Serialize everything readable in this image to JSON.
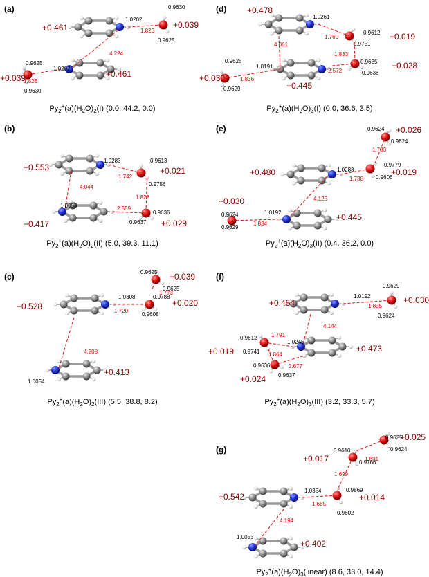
{
  "panels": [
    {
      "id": "a",
      "label": "(a)",
      "caption": {
        "prefix": "Py",
        "sub1": "2",
        "sup": "+",
        "mid": "(a)(H",
        "sub2": "2",
        "mid2": "O)",
        "sub3": "2",
        "suffix": "(I) (0.0, 44.2, 0.0)"
      },
      "charges": [
        "+0.461",
        "+0.039",
        "+0.461",
        "+0.039"
      ],
      "black_labels": [
        "1.0202",
        "0.9630",
        "0.9625",
        "0.9625",
        "1.0202",
        "0.9630"
      ],
      "red_labels": [
        "1.826",
        "4.224",
        "1.826"
      ]
    },
    {
      "id": "b",
      "label": "(b)",
      "caption": {
        "prefix": "Py",
        "sub1": "2",
        "sup": "+",
        "mid": "(a)(H",
        "sub2": "2",
        "mid2": "O)",
        "sub3": "2",
        "suffix": "(II) (5.0, 39.3, 11.1)"
      },
      "charges": [
        "+0.553",
        "+0.021",
        "+0.417",
        "+0.029"
      ],
      "black_labels": [
        "1.0283",
        "0.9613",
        "0.9756",
        "1.0053",
        "0.9636",
        "0.9637"
      ],
      "red_labels": [
        "1.742",
        "4.044",
        "1.828",
        "2.559"
      ]
    },
    {
      "id": "c",
      "label": "(c)",
      "caption": {
        "prefix": "Py",
        "sub1": "2",
        "sup": "+",
        "mid": "(a)(H",
        "sub2": "2",
        "mid2": "O)",
        "sub3": "2",
        "suffix": "(III) (5.5, 38.8, 8.2)"
      },
      "charges": [
        "+0.039",
        "+0.528",
        "+0.020",
        "+0.413"
      ],
      "black_labels": [
        "0.9625",
        "0.9625",
        "1.0308",
        "0.9788",
        "0.9608",
        "1.0054"
      ],
      "red_labels": [
        "1.773",
        "1.720",
        "4.208"
      ]
    },
    {
      "id": "d",
      "label": "(d)",
      "caption": {
        "prefix": "Py",
        "sub1": "2",
        "sup": "+",
        "mid": "(a)(H",
        "sub2": "2",
        "mid2": "O)",
        "sub3": "3",
        "suffix": "(I) (0.0, 36.6, 3.5)"
      },
      "charges": [
        "+0.478",
        "+0.019",
        "+0.028",
        "+0.030",
        "+0.445"
      ],
      "black_labels": [
        "1.0261",
        "0.9612",
        "0.9751",
        "0.9635",
        "0.9636",
        "0.9625",
        "1.0191",
        "0.9629"
      ],
      "red_labels": [
        "1.760",
        "4.061",
        "1.833",
        "2.572",
        "1.836"
      ]
    },
    {
      "id": "e",
      "label": "(e)",
      "caption": {
        "prefix": "Py",
        "sub1": "2",
        "sup": "+",
        "mid": "(a)(H",
        "sub2": "2",
        "mid2": "O)",
        "sub3": "3",
        "suffix": "(II) (0.4, 36.2, 0.0)"
      },
      "charges": [
        "+0.026",
        "+0.480",
        "+0.019",
        "+0.030",
        "+0.445"
      ],
      "black_labels": [
        "0.9624",
        "0.9624",
        "0.9779",
        "1.0283",
        "0.9606",
        "1.0192",
        "0.9624",
        "0.9629"
      ],
      "red_labels": [
        "1.783",
        "1.738",
        "4.125",
        "1.834"
      ]
    },
    {
      "id": "f",
      "label": "(f)",
      "caption": {
        "prefix": "Py",
        "sub1": "2",
        "sup": "+",
        "mid": "(a)(H",
        "sub2": "2",
        "mid2": "O)",
        "sub3": "3",
        "suffix": "(III) (3.2, 33.3, 5.7)"
      },
      "charges": [
        "+0.454",
        "+0.030",
        "+0.019",
        "+0.473",
        "+0.024"
      ],
      "black_labels": [
        "0.9629",
        "1.0192",
        "0.9624",
        "0.9612",
        "1.0245",
        "0.9741",
        "0.9636",
        "0.9637"
      ],
      "red_labels": [
        "1.835",
        "4.144",
        "1.791",
        "1.864",
        "2.677"
      ]
    },
    {
      "id": "g",
      "label": "(g)",
      "caption": {
        "prefix": "Py",
        "sub1": "2",
        "sup": "+",
        "mid": "(a)(H",
        "sub2": "2",
        "mid2": "O)",
        "sub3": "3",
        "suffix": "(linear) (8.6, 33.0, 14.4)"
      },
      "charges": [
        "+0.025",
        "+0.017",
        "+0.542",
        "+0.014",
        "+0.402"
      ],
      "black_labels": [
        "0.9625",
        "0.9610",
        "0.9624",
        "0.9766",
        "0.9869",
        "1.0354",
        "0.9602",
        "1.0053"
      ],
      "red_labels": [
        "1.801",
        "1.699",
        "1.685",
        "4.194"
      ]
    }
  ],
  "colors": {
    "hbond": "#e02020",
    "charge": "#8b0000",
    "nitrogen": "#1f2fd6",
    "oxygen": "#e01010",
    "carbon": "#8c8c8c",
    "hydrogen": "#f2f2f2"
  }
}
